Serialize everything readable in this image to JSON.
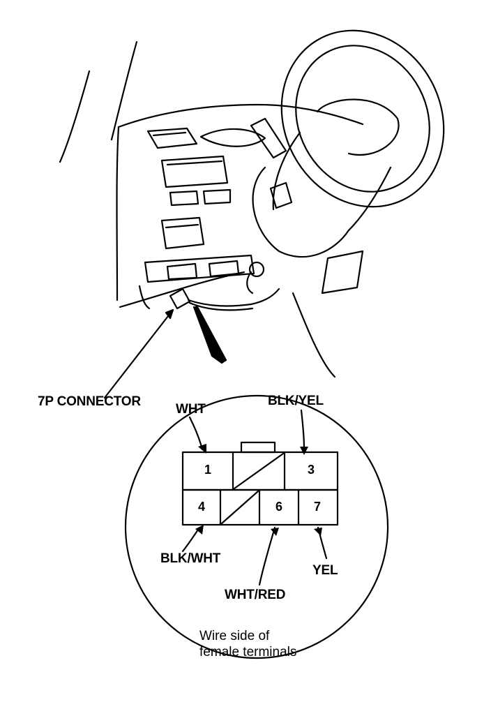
{
  "connector_label": "7P CONNECTOR",
  "pins": {
    "p1": "1",
    "p3": "3",
    "p4": "4",
    "p6": "6",
    "p7": "7"
  },
  "wires": {
    "pin1": "WHT",
    "pin3": "BLK/YEL",
    "pin4": "BLK/WHT",
    "pin6": "WHT/RED",
    "pin7": "YEL"
  },
  "note": {
    "line1": "Wire side of",
    "line2": "female terminals"
  }
}
